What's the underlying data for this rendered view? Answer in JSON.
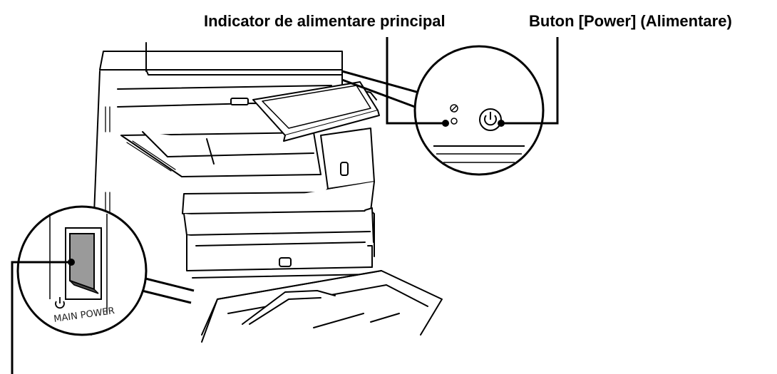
{
  "callouts": {
    "main_power_indicator": "Indicator de alimentare principal",
    "power_button": "Buton [Power] (Alimentare)"
  },
  "switch_inset": {
    "label": "MAIN POWER"
  },
  "colors": {
    "outline": "#000000",
    "device_fill": "#ffffff",
    "switch_fill": "#9a9a9a",
    "switch_dark": "#4a4a4a"
  }
}
